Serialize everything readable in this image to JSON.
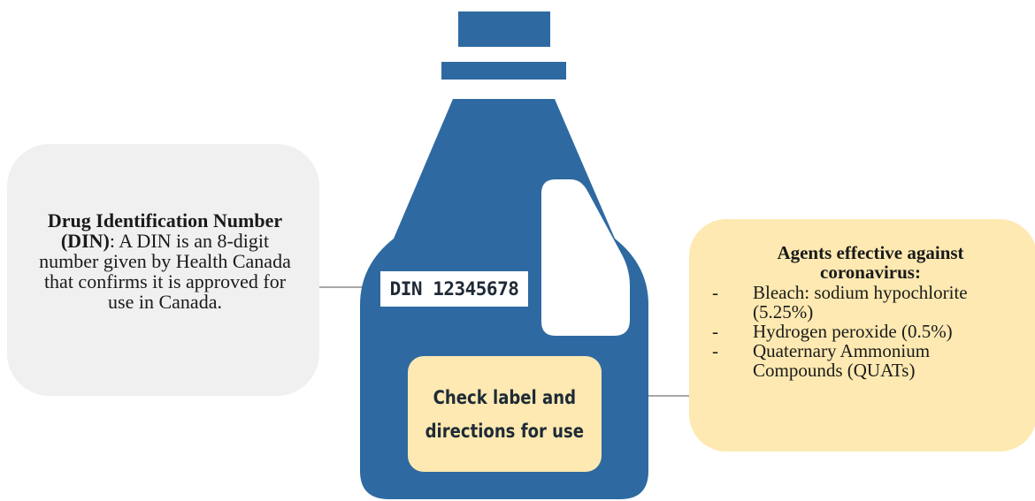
{
  "colors": {
    "bottle": "#2e6aa1",
    "din_box": "#f0f0f0",
    "agents_box": "#fde9b1",
    "check_box": "#fde9b1",
    "connector": "#8a8a8a"
  },
  "din_callout": {
    "term": "Drug Identification Number (DIN)",
    "definition": ":  A DIN is an 8-digit number given by Health Canada that confirms it is approved for use in Canada."
  },
  "bottle": {
    "din_label": "DIN 12345678",
    "check_label_line1": "Check label and",
    "check_label_line2": "directions  for use"
  },
  "agents_callout": {
    "title": "Agents effective against coronavirus:",
    "items": [
      "Bleach: sodium hypochlorite (5.25%)",
      "Hydrogen peroxide  (0.5%)",
      "Quaternary Ammonium Compounds (QUATs)"
    ],
    "bullet": "-"
  }
}
